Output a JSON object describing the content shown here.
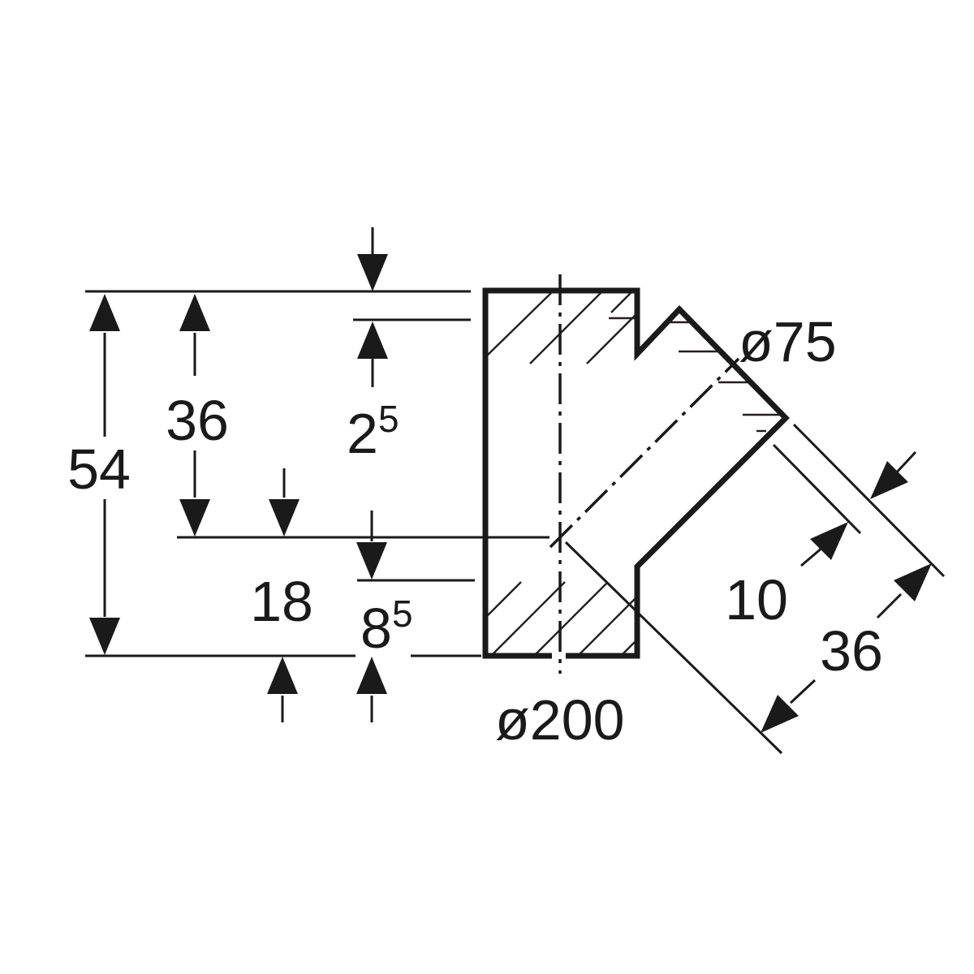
{
  "drawing": {
    "title": "45-degree branch fitting cross-section",
    "background_color": "#ffffff",
    "line_color": "#1a1a1a",
    "labels": {
      "total_height": "54",
      "upper_height": "36",
      "top_wall_base": "2",
      "top_wall_sup": "5",
      "lower_height": "18",
      "bottom_wall_base": "8",
      "bottom_wall_sup": "5",
      "branch_diameter": "ø75",
      "main_diameter": "ø200",
      "branch_wall_thickness": "10",
      "branch_socket_depth": "36"
    }
  }
}
